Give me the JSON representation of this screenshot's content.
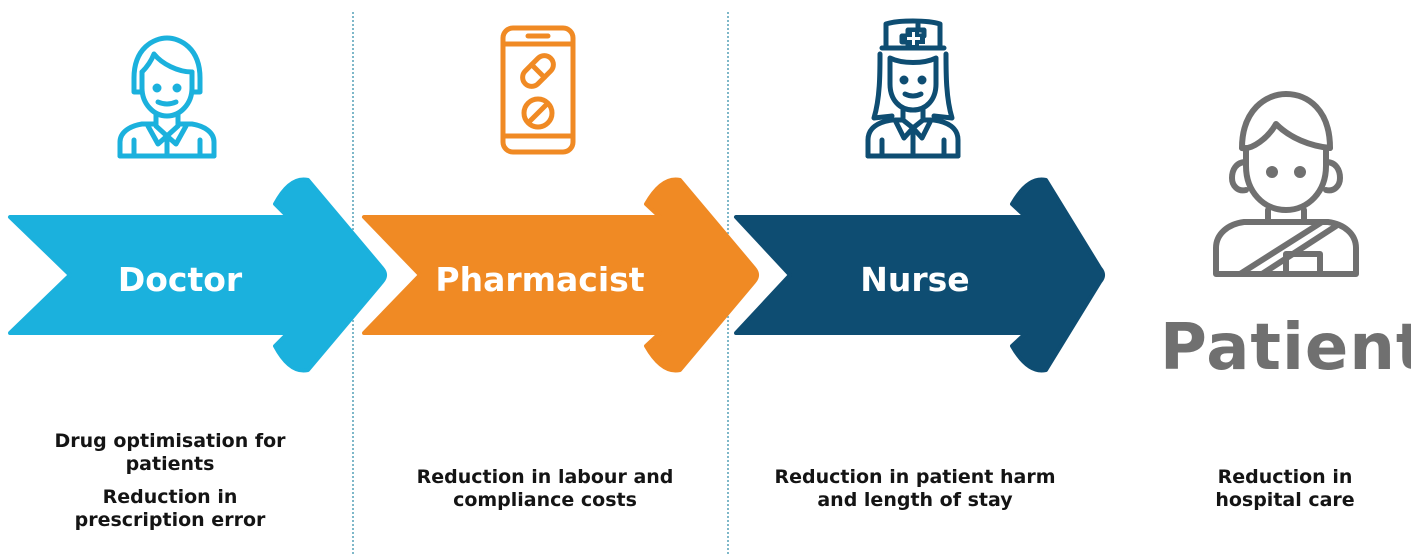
{
  "colors": {
    "doctor": "#1bb1dd",
    "pharmacist": "#f08a24",
    "nurse": "#0e4d72",
    "patient": "#707070",
    "text": "#141414"
  },
  "stages": [
    {
      "label": "Doctor",
      "icon": "doctor-icon",
      "benefits": [
        "Drug optimisation for patients",
        "Reduction in prescription error"
      ]
    },
    {
      "label": "Pharmacist",
      "icon": "pill-phone-icon",
      "benefits": [
        "Reduction in labour and compliance costs"
      ]
    },
    {
      "label": "Nurse",
      "icon": "nurse-icon",
      "benefits": [
        "Reduction in patient harm and length of stay"
      ]
    }
  ],
  "patient": {
    "label": "Patient",
    "icon": "patient-sling-icon",
    "benefits": [
      "Reduction in hospital care"
    ]
  }
}
